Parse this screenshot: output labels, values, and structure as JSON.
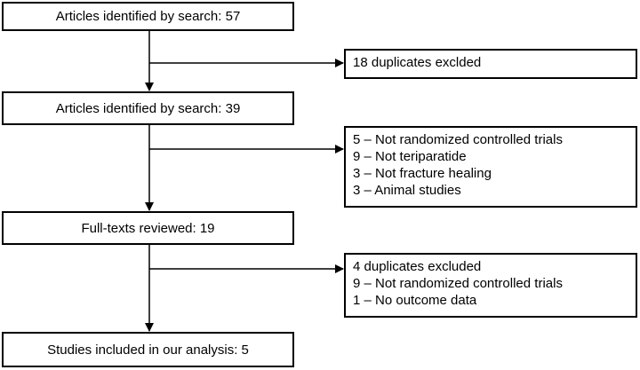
{
  "main_boxes": [
    {
      "text": "Articles identified by search: 57"
    },
    {
      "text": "Articles identified by search: 39"
    },
    {
      "text": "Full-texts reviewed: 19"
    },
    {
      "text": "Studies included in our analysis: 5"
    }
  ],
  "exclusion_boxes": [
    {
      "lines": [
        "18 duplicates exclded"
      ]
    },
    {
      "lines": [
        "5 – Not randomized controlled trials",
        "9 – Not teriparatide",
        "3 – Not fracture healing",
        "3 – Animal studies"
      ]
    },
    {
      "lines": [
        "4 duplicates excluded",
        "9 – Not randomized controlled trials",
        "1 – No outcome data"
      ]
    }
  ]
}
